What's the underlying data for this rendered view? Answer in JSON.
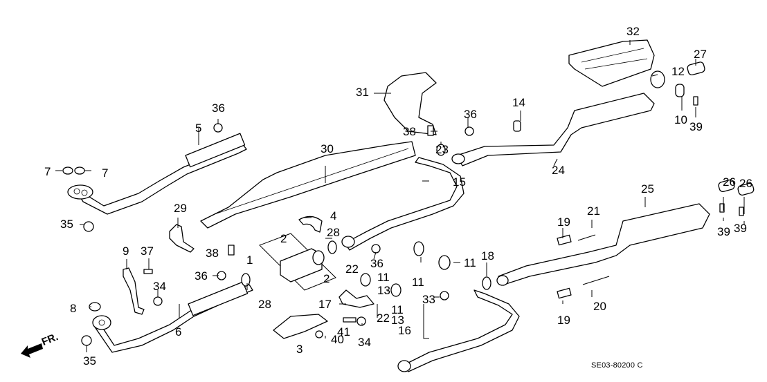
{
  "diagram": {
    "title": "Exhaust system parts diagram",
    "diagram_code": "SE03-80200",
    "diagram_code_suffix": "C",
    "direction_indicator": "FR.",
    "colors": {
      "line": "#000000",
      "background": "#ffffff"
    }
  },
  "parts": [
    {
      "ref": "1",
      "label": "1"
    },
    {
      "ref": "2a",
      "label": "2"
    },
    {
      "ref": "2b",
      "label": "2"
    },
    {
      "ref": "3",
      "label": "3"
    },
    {
      "ref": "4",
      "label": "4"
    },
    {
      "ref": "5",
      "label": "5"
    },
    {
      "ref": "6",
      "label": "6"
    },
    {
      "ref": "7a",
      "label": "7"
    },
    {
      "ref": "7b",
      "label": "7"
    },
    {
      "ref": "8",
      "label": "8"
    },
    {
      "ref": "9",
      "label": "9"
    },
    {
      "ref": "10",
      "label": "10"
    },
    {
      "ref": "11a",
      "label": "11"
    },
    {
      "ref": "11b",
      "label": "11"
    },
    {
      "ref": "11c",
      "label": "11"
    },
    {
      "ref": "11d",
      "label": "11"
    },
    {
      "ref": "12",
      "label": "12"
    },
    {
      "ref": "13a",
      "label": "13"
    },
    {
      "ref": "13b",
      "label": "13"
    },
    {
      "ref": "14",
      "label": "14"
    },
    {
      "ref": "15",
      "label": "15"
    },
    {
      "ref": "16",
      "label": "16"
    },
    {
      "ref": "17",
      "label": "17"
    },
    {
      "ref": "18",
      "label": "18"
    },
    {
      "ref": "19a",
      "label": "19"
    },
    {
      "ref": "19b",
      "label": "19"
    },
    {
      "ref": "20",
      "label": "20"
    },
    {
      "ref": "21",
      "label": "21"
    },
    {
      "ref": "22a",
      "label": "22"
    },
    {
      "ref": "22b",
      "label": "22"
    },
    {
      "ref": "23",
      "label": "23"
    },
    {
      "ref": "24",
      "label": "24"
    },
    {
      "ref": "25",
      "label": "25"
    },
    {
      "ref": "26a",
      "label": "26"
    },
    {
      "ref": "26b",
      "label": "26"
    },
    {
      "ref": "27",
      "label": "27"
    },
    {
      "ref": "28a",
      "label": "28"
    },
    {
      "ref": "28b",
      "label": "28"
    },
    {
      "ref": "29",
      "label": "29"
    },
    {
      "ref": "30",
      "label": "30"
    },
    {
      "ref": "31",
      "label": "31"
    },
    {
      "ref": "32",
      "label": "32"
    },
    {
      "ref": "33",
      "label": "33"
    },
    {
      "ref": "34a",
      "label": "34"
    },
    {
      "ref": "34b",
      "label": "34"
    },
    {
      "ref": "35a",
      "label": "35"
    },
    {
      "ref": "35b",
      "label": "35"
    },
    {
      "ref": "36a",
      "label": "36"
    },
    {
      "ref": "36b",
      "label": "36"
    },
    {
      "ref": "36c",
      "label": "36"
    },
    {
      "ref": "36d",
      "label": "36"
    },
    {
      "ref": "37",
      "label": "37"
    },
    {
      "ref": "38a",
      "label": "38"
    },
    {
      "ref": "38b",
      "label": "38"
    },
    {
      "ref": "39a",
      "label": "39"
    },
    {
      "ref": "39b",
      "label": "39"
    },
    {
      "ref": "39c",
      "label": "39"
    },
    {
      "ref": "40",
      "label": "40"
    },
    {
      "ref": "41",
      "label": "41"
    }
  ]
}
